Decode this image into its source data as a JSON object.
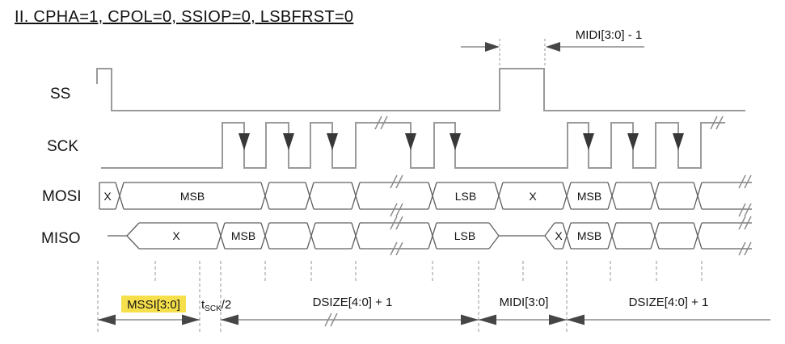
{
  "title": "II. CPHA=1, CPOL=0, SSIOP=0, LSBFRST=0",
  "signals": {
    "ss": {
      "label": "SS"
    },
    "sck": {
      "label": "SCK"
    },
    "mosi": {
      "label": "MOSI",
      "cells": [
        "X",
        "MSB",
        "LSB",
        "X",
        "MSB"
      ]
    },
    "miso": {
      "label": "MISO",
      "cells": [
        "X",
        "MSB",
        "LSB",
        "X",
        "MSB"
      ]
    }
  },
  "annotations": {
    "top_midi": "MIDI[3:0] - 1",
    "mssi": "MSSI[3:0]",
    "tsck": {
      "base": "t",
      "sub": "SCK",
      "suffix": "/2"
    },
    "dsize1": "DSIZE[4:0] + 1",
    "midi": "MIDI[3:0]",
    "dsize2": "DSIZE[4:0] + 1"
  },
  "colors": {
    "highlight_yellow": "#f5df4b",
    "waveform_gray": "#9a9a9a",
    "bus_outline": "#606060",
    "arrow_dark": "#3a3a3a",
    "text": "#141414"
  }
}
